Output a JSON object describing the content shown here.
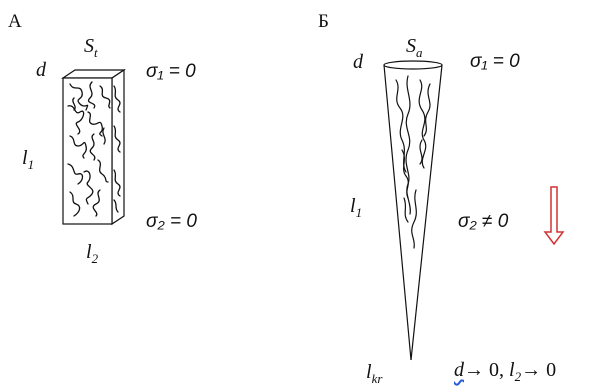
{
  "panel_a": {
    "label": "А",
    "area_label": "S",
    "area_sub": "t",
    "thickness_label": "d",
    "length_label": "l",
    "length_sub": "1",
    "width_label": "l",
    "width_sub": "2",
    "stress_top": "σ₁ = 0",
    "stress_bottom": "σ₂ = 0"
  },
  "panel_b": {
    "label": "Б",
    "area_label": "S",
    "area_sub": "a",
    "thickness_label": "d",
    "length_label": "l",
    "length_sub": "1",
    "tip_label": "l",
    "tip_sub": "kr",
    "stress_top": "σ₁ = 0",
    "stress_bottom": "σ₂ ≠ 0",
    "limit_d": "d",
    "limit_arrow_1": "→ 0,",
    "limit_l": "l",
    "limit_l_sub": "2",
    "limit_arrow_2": "→ 0",
    "arrow_color": "#d23232"
  }
}
